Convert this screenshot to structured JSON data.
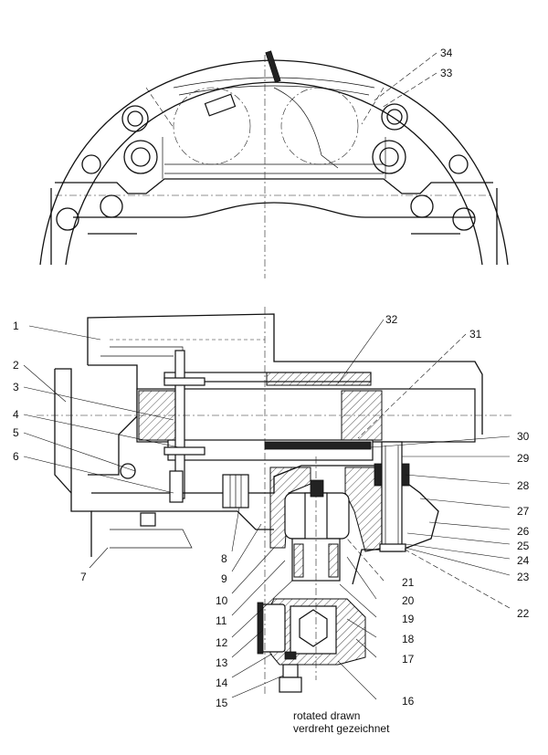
{
  "callouts": [
    "1",
    "2",
    "3",
    "4",
    "5",
    "6",
    "7",
    "8",
    "9",
    "10",
    "11",
    "12",
    "13",
    "14",
    "15",
    "16",
    "17",
    "18",
    "19",
    "20",
    "21",
    "22",
    "23",
    "24",
    "25",
    "26",
    "27",
    "28",
    "29",
    "30",
    "31",
    "32",
    "33",
    "34"
  ],
  "note": {
    "line1": "rotated drawn",
    "line2": "verdreht gezeichnet"
  }
}
